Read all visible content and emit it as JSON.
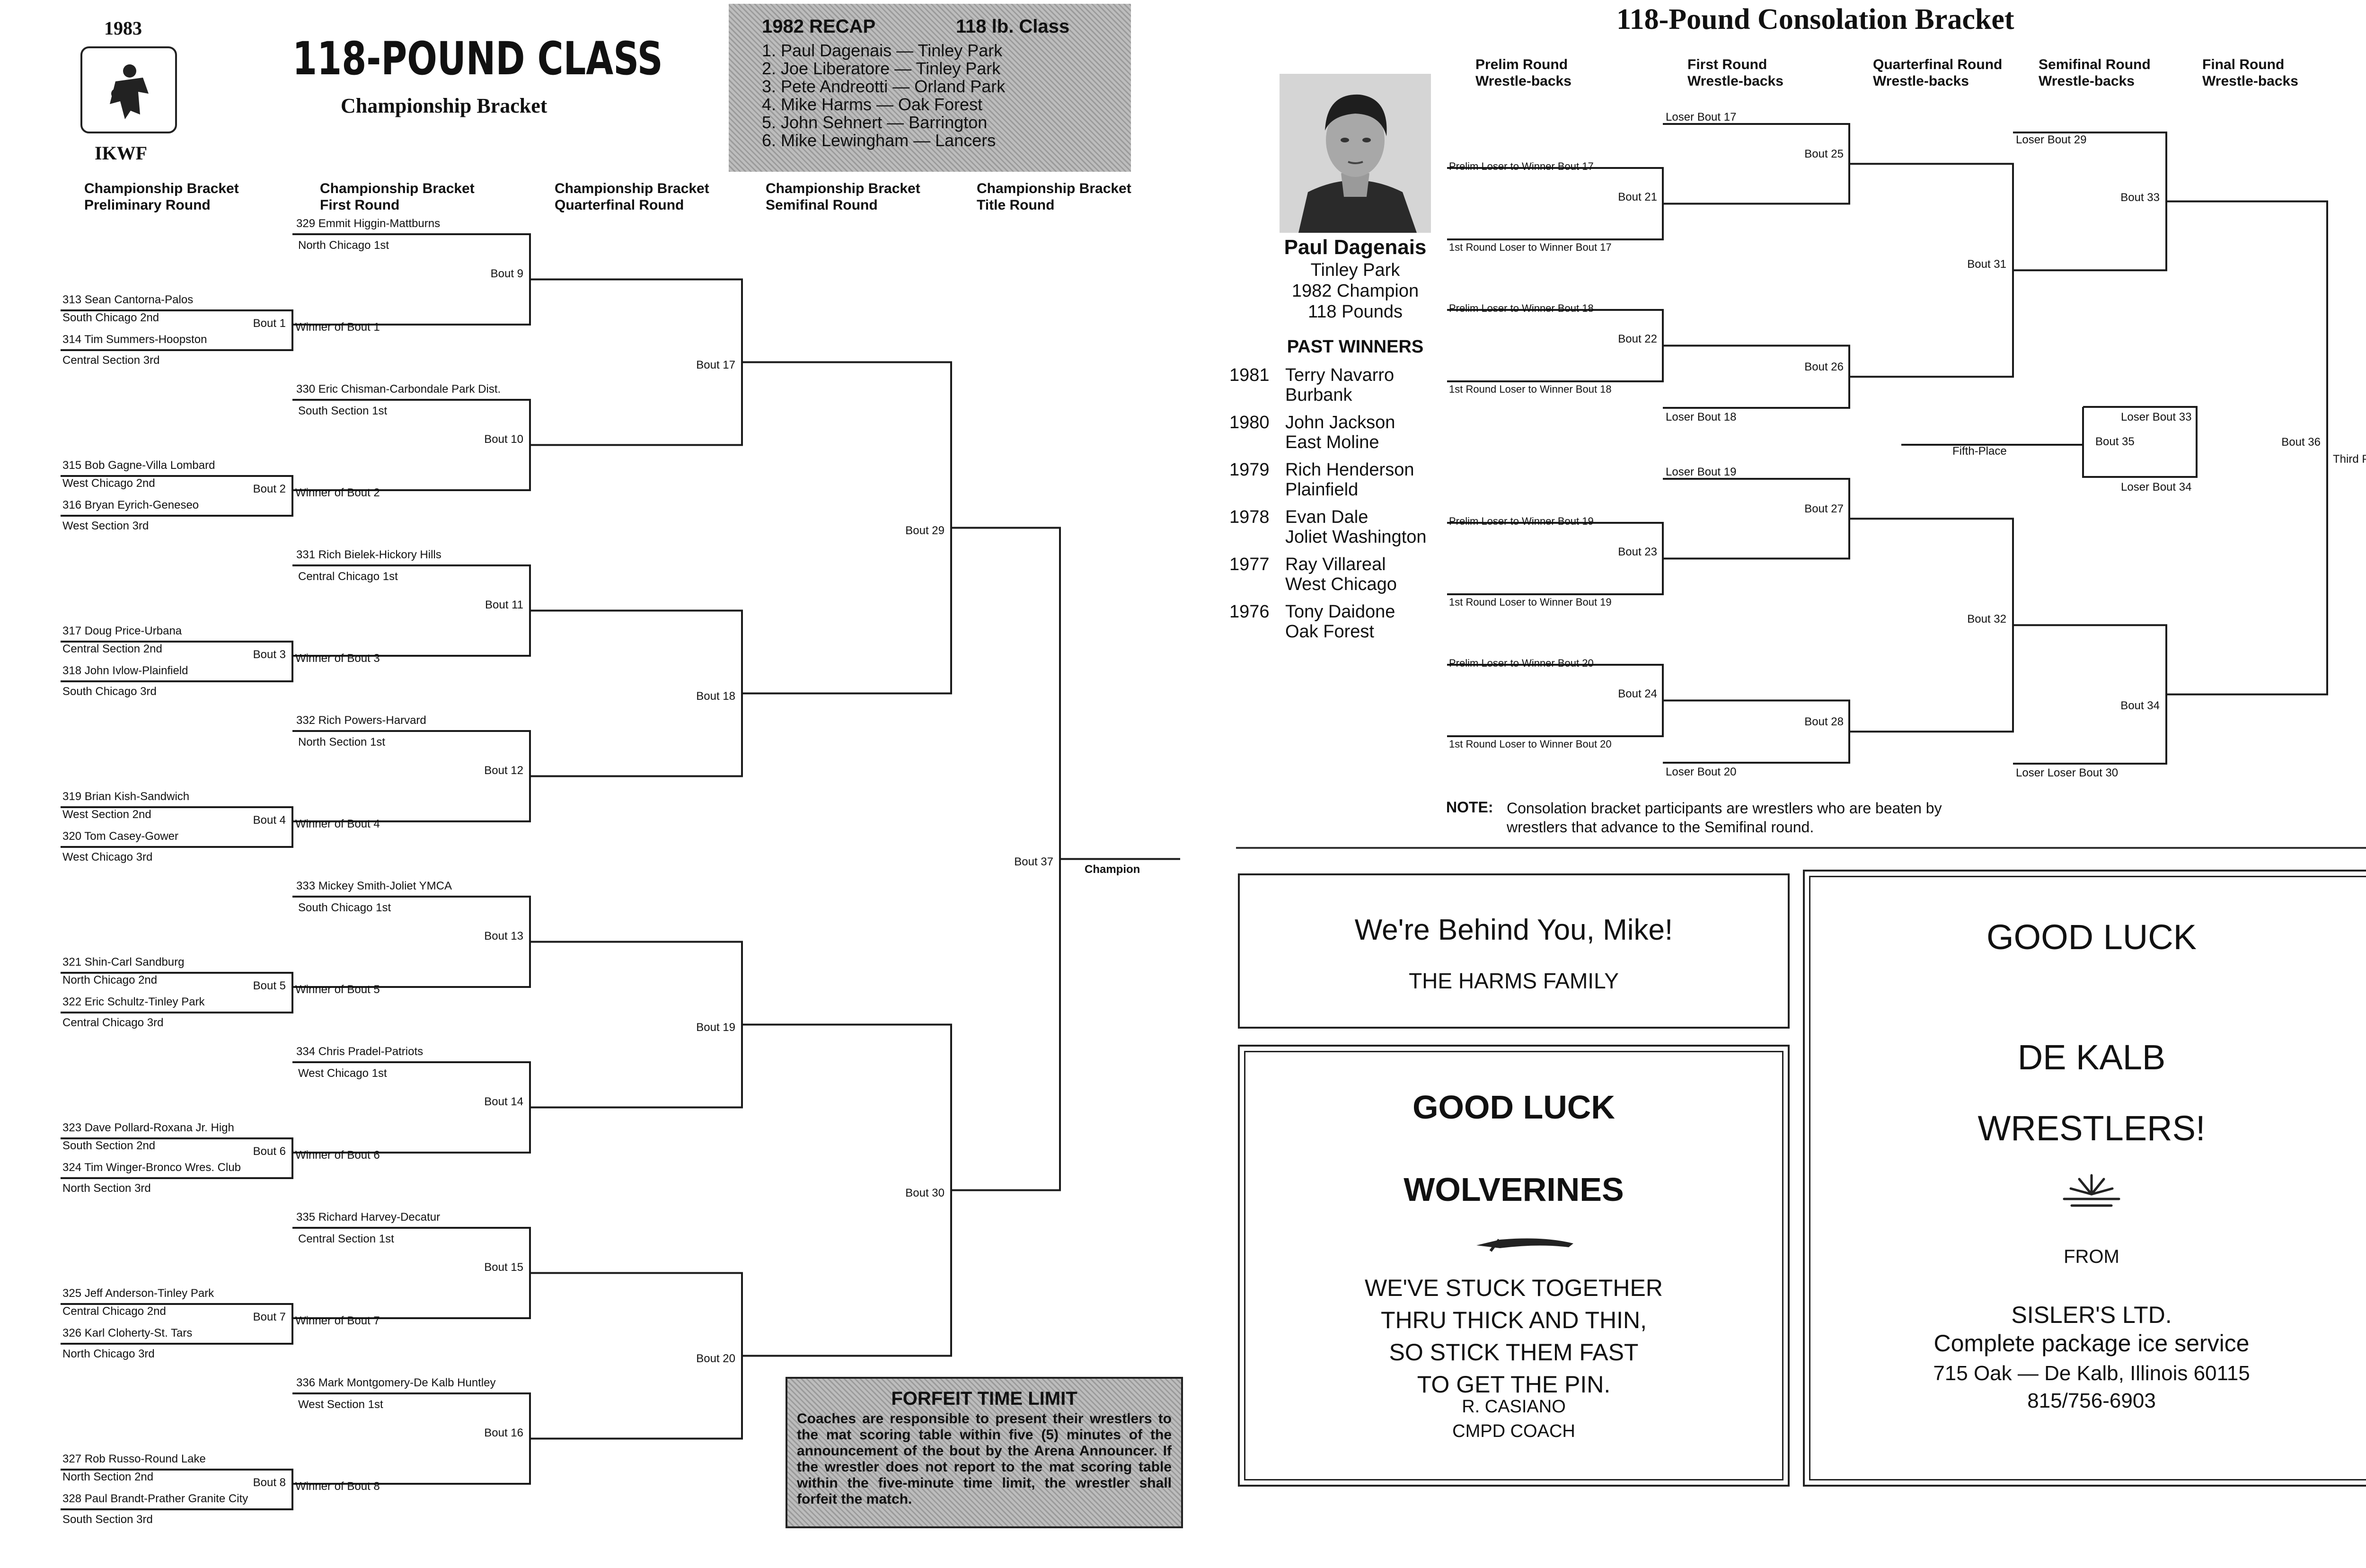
{
  "left": {
    "year": "1983",
    "org": "IKWF",
    "title": "118-POUND CLASS",
    "subtitle": "Championship Bracket",
    "recap": {
      "title": "1982 RECAP",
      "cls": "118 lb. Class",
      "entries": [
        "1.  Paul Dagenais — Tinley Park",
        "2.  Joe Liberatore — Tinley Park",
        "3.  Pete Andreotti — Orland Park",
        "4.  Mike Harms — Oak Forest",
        "5.  John Sehnert — Barrington",
        "6.  Mike Lewingham — Lancers"
      ]
    },
    "round_headers": [
      "Championship Bracket\nPreliminary Round",
      "Championship Bracket\nFirst Round",
      "Championship Bracket\nQuarterfinal Round",
      "Championship Bracket\nSemifinal Round",
      "Championship Bracket\nTitle Round"
    ],
    "groups": [
      {
        "seed": "329 Emmit Higgin-Mattburns",
        "seed_sub": "North Chicago 1st",
        "w1": "313 Sean Cantorna-Palos",
        "w1_sub": "South Chicago 2nd",
        "w2": "314 Tim Summers-Hoopston",
        "w2_sub": "Central Section 3rd",
        "prelim": "Bout 1",
        "first": "Bout 9",
        "winner": "Winner of Bout 1"
      },
      {
        "seed": "330 Eric Chisman-Carbondale Park Dist.",
        "seed_sub": "South Section 1st",
        "w1": "315 Bob Gagne-Villa Lombard",
        "w1_sub": "West Chicago 2nd",
        "w2": "316 Bryan Eyrich-Geneseo",
        "w2_sub": "West Section 3rd",
        "prelim": "Bout 2",
        "first": "Bout 10",
        "winner": "Winner of Bout 2"
      },
      {
        "seed": "331 Rich Bielek-Hickory Hills",
        "seed_sub": "Central Chicago 1st",
        "w1": "317 Doug Price-Urbana",
        "w1_sub": "Central Section 2nd",
        "w2": "318 John Ivlow-Plainfield",
        "w2_sub": "South Chicago 3rd",
        "prelim": "Bout 3",
        "first": "Bout 11",
        "winner": "Winner of Bout 3"
      },
      {
        "seed": "332 Rich Powers-Harvard",
        "seed_sub": "North Section 1st",
        "w1": "319 Brian Kish-Sandwich",
        "w1_sub": "West Section 2nd",
        "w2": "320 Tom Casey-Gower",
        "w2_sub": "West Chicago 3rd",
        "prelim": "Bout 4",
        "first": "Bout 12",
        "winner": "Winner of Bout 4"
      },
      {
        "seed": "333 Mickey Smith-Joliet YMCA",
        "seed_sub": "South Chicago 1st",
        "w1": "321 Shin-Carl Sandburg",
        "w1_sub": "North Chicago 2nd",
        "w2": "322 Eric Schultz-Tinley Park",
        "w2_sub": "Central Chicago 3rd",
        "prelim": "Bout 5",
        "first": "Bout 13",
        "winner": "Winner of Bout 5"
      },
      {
        "seed": "334 Chris Pradel-Patriots",
        "seed_sub": "West Chicago 1st",
        "w1": "323 Dave Pollard-Roxana Jr. High",
        "w1_sub": "South Section 2nd",
        "w2": "324 Tim Winger-Bronco Wres. Club",
        "w2_sub": "North Section 3rd",
        "prelim": "Bout 6",
        "first": "Bout 14",
        "winner": "Winner of Bout 6"
      },
      {
        "seed": "335 Richard Harvey-Decatur",
        "seed_sub": "Central Section 1st",
        "w1": "325 Jeff Anderson-Tinley Park",
        "w1_sub": "Central Chicago 2nd",
        "w2": "326 Karl Cloherty-St. Tars",
        "w2_sub": "North Chicago 3rd",
        "prelim": "Bout 7",
        "first": "Bout 15",
        "winner": "Winner of Bout 7"
      },
      {
        "seed": "336 Mark Montgomery-De Kalb Huntley",
        "seed_sub": "West Section 1st",
        "w1": "327 Rob Russo-Round Lake",
        "w1_sub": "North Section 2nd",
        "w2": "328 Paul Brandt-Prather Granite City",
        "w2_sub": "South Section 3rd",
        "prelim": "Bout 8",
        "first": "Bout 16",
        "winner": "Winner of Bout 8"
      }
    ],
    "quarters": [
      "Bout 17",
      "Bout 18",
      "Bout 19",
      "Bout 20"
    ],
    "semis": [
      "Bout 29",
      "Bout 30"
    ],
    "final": "Bout 37",
    "champion": "Champion",
    "forfeit": {
      "title": "FORFEIT TIME LIMIT",
      "text": "Coaches are responsible to present their wrestlers to the mat scoring table within five (5) minutes of the announcement of the bout by the Arena Announcer. If the wrestler does not report to the mat scoring table within the five-minute time limit, the wrestler shall forfeit the match."
    }
  },
  "right": {
    "title": "118-Pound Consolation Bracket",
    "round_headers": [
      "Prelim Round\nWrestle-backs",
      "First Round\nWrestle-backs",
      "Quarterfinal Round\nWrestle-backs",
      "Semifinal Round\nWrestle-backs",
      "Final Round\nWrestle-backs"
    ],
    "profile": {
      "name": "Paul Dagenais",
      "team": "Tinley Park",
      "title": "1982 Champion",
      "weight": "118 Pounds"
    },
    "past_winners_title": "PAST WINNERS",
    "past_winners": [
      {
        "year": "1981",
        "name": "Terry Navarro",
        "team": "Burbank"
      },
      {
        "year": "1980",
        "name": "John Jackson",
        "team": "East Moline"
      },
      {
        "year": "1979",
        "name": "Rich Henderson",
        "team": "Plainfield"
      },
      {
        "year": "1978",
        "name": "Evan Dale",
        "team": "Joliet Washington"
      },
      {
        "year": "1977",
        "name": "Ray Villareal",
        "team": "West Chicago"
      },
      {
        "year": "1976",
        "name": "Tony Daidone",
        "team": "Oak Forest"
      }
    ],
    "consolation": {
      "prelim_losers": [
        "Prelim Loser to Winner Bout 17",
        "Prelim Loser to Winner Bout 18",
        "Prelim Loser to Winner Bout 19",
        "Prelim Loser to Winner Bout 20"
      ],
      "first_losers": [
        "1st Round Loser to Winner Bout 17",
        "1st Round Loser to Winner Bout 18",
        "1st Round Loser to Winner Bout 19",
        "1st Round Loser to Winner Bout 20"
      ],
      "prelim_bouts": [
        "Bout 21",
        "Bout 22",
        "Bout 23",
        "Bout 24"
      ],
      "first_bouts": [
        "Bout 25",
        "Bout 26",
        "Bout 27",
        "Bout 28"
      ],
      "quarter_losers": [
        "Loser Bout 17",
        "Loser Bout 18",
        "Loser Bout 19",
        "Loser Bout 20"
      ],
      "quarter_bouts": [
        "Bout 31",
        "Bout 32"
      ],
      "semi_losers": [
        "Loser Bout 29",
        "Loser Loser Bout 30"
      ],
      "semi_bouts": [
        "Bout 33",
        "Bout 34"
      ],
      "fifth": {
        "top": "Loser Bout 33",
        "bottom": "Loser Bout 34",
        "bout": "Bout 35",
        "label": "Fifth-Place"
      },
      "final_bout": "Bout 36",
      "third": "Third Place"
    },
    "note_label": "NOTE:",
    "note": "Consolation bracket participants are wrestlers who are beaten by wrestlers that advance to the Semifinal round.",
    "ads": {
      "harms": {
        "line1": "We're Behind You, Mike!",
        "line2": "THE HARMS FAMILY"
      },
      "wolverines": {
        "line1": "GOOD LUCK",
        "line2": "WOLVERINES",
        "body": [
          "WE'VE STUCK TOGETHER",
          "THRU THICK AND THIN,",
          "SO STICK THEM FAST",
          "TO GET THE PIN."
        ],
        "sig1": "R. CASIANO",
        "sig2": "CMPD COACH"
      },
      "dekalb": {
        "line1": "GOOD LUCK",
        "line2": "DE KALB",
        "line3": "WRESTLERS!",
        "from": "FROM",
        "company": "SISLER'S LTD.",
        "tag": "Complete package ice service",
        "address": "715 Oak — De Kalb, Illinois 60115",
        "phone": "815/756-6903"
      }
    }
  }
}
